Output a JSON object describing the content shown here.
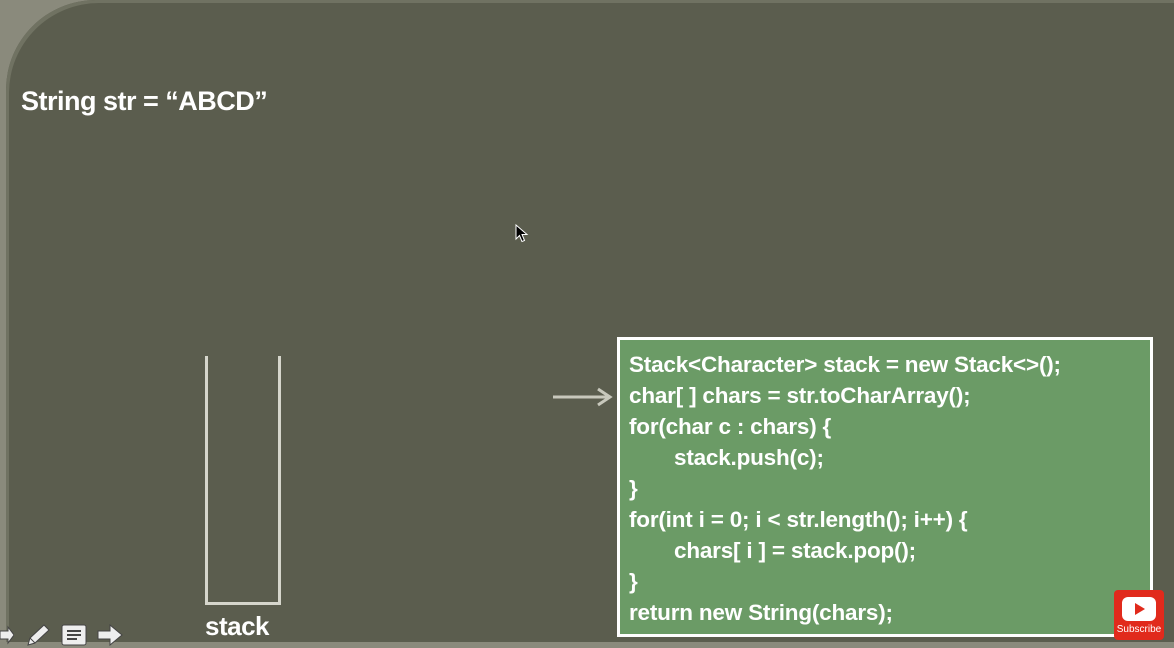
{
  "slide": {
    "title": "String str = “ABCD”",
    "stack_label": "stack"
  },
  "code": {
    "lines": [
      "Stack<Character> stack = new Stack<>();",
      "char[ ] chars = str.toCharArray();",
      "for(char c : chars) {",
      "stack.push(c);",
      "}",
      "for(int i = 0; i < str.length(); i++) {",
      "chars[ i ] = stack.pop();",
      "}",
      "return new String(chars);"
    ]
  },
  "controls": {
    "icons": [
      "previous-icon",
      "pen-icon",
      "menu-icon",
      "next-icon"
    ]
  },
  "youtube": {
    "label": "Subscribe"
  },
  "colors": {
    "slide_background": "#5b5d4e",
    "code_box_background": "#6b9b66",
    "youtube_red": "#e12a1c"
  }
}
